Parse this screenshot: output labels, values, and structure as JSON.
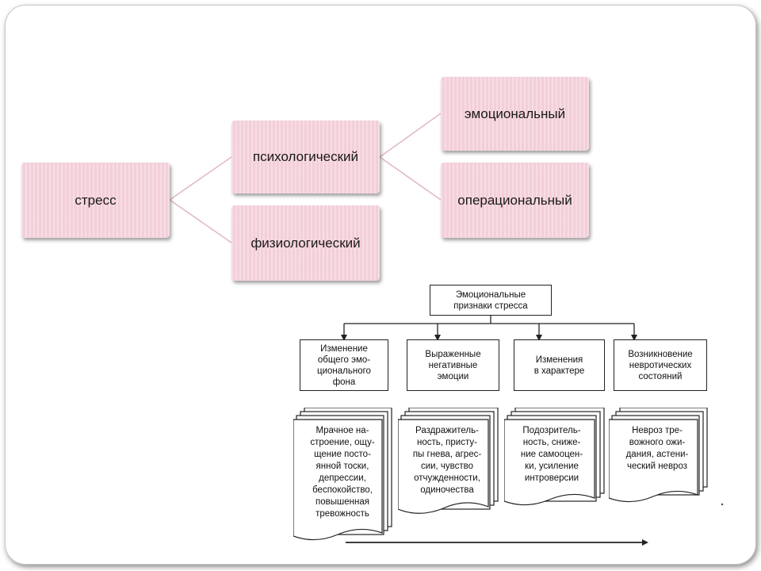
{
  "mindmap": {
    "root": "стресс",
    "psychological": "психологический",
    "physiological": "физиологический",
    "emotional": "эмоциональный",
    "operational": "операциональный"
  },
  "flowchart": {
    "top": "Эмоциональные\nпризнаки стресса",
    "branches": [
      "Изменение\nобщего эмо-\nционального\nфона",
      "Выраженные\nнегативные\nэмоции",
      "Изменения\nв характере",
      "Возникновение\nневротических\nсостояний"
    ],
    "details": [
      "Мрачное на-\nстроение, ощу-\nщение посто-\nянной тоски,\nдепрессии,\nбеспокойство,\nповышенная\nтревожность",
      "Раздражитель-\nность, присту-\nпы гнева, агрес-\nсии, чувство\nотчужденности,\nодиночества",
      "Подозритель-\nность, сниже-\nние самооцен-\nки, усиление\nинтроверсии",
      "Невроз тре-\nвожного ожи-\nдания, астени-\nческий невроз"
    ]
  },
  "colors": {
    "box_fill": "#f3cfd9",
    "connector": "#e3b9c7",
    "ink": "#222222"
  }
}
